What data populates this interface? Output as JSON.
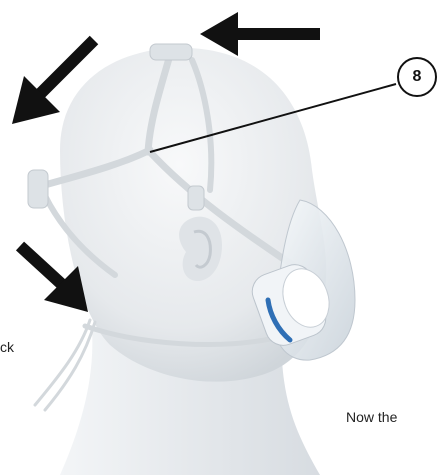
{
  "callout": {
    "number": "8"
  },
  "captions": {
    "left_fragment": "ck",
    "right_fragment": "Now the"
  },
  "colors": {
    "arrow": "#111111",
    "mannequin": "#e9ecef",
    "strap": "#cfd4d8",
    "mask_accent": "#2f6fb5"
  }
}
